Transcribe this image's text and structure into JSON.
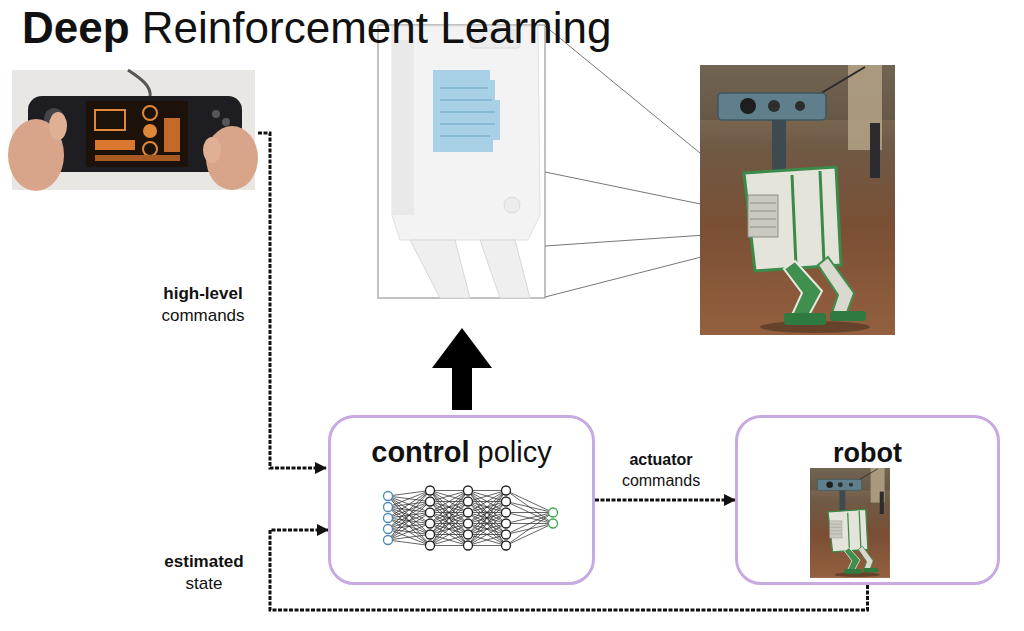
{
  "diagram": {
    "title": "Deep Reinforcement Learning",
    "nodes": [
      {
        "text": [
          "control policy"
        ]
      },
      {
        "text": [
          "robot"
        ]
      }
    ],
    "edges": [
      {
        "from": 0,
        "to": 1,
        "label": "actuator commands",
        "arrow": "to"
      },
      {
        "from": 1,
        "to": 0,
        "label": "estimated state",
        "arrow": "to"
      }
    ],
    "labels": [
      "high-level commands"
    ]
  }
}
